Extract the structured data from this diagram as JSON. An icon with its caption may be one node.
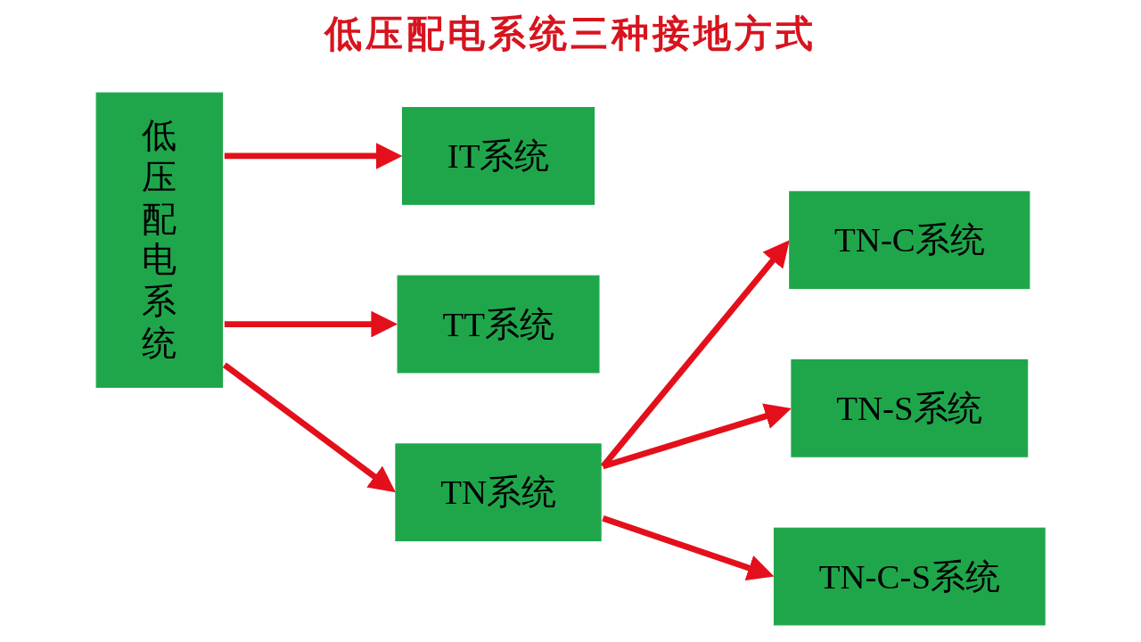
{
  "diagram": {
    "title": "低压配电系统三种接地方式",
    "nodes": [
      {
        "text": [
          "低压配电系统"
        ]
      },
      {
        "text": [
          "IT系统"
        ]
      },
      {
        "text": [
          "TT系统"
        ]
      },
      {
        "text": [
          "TN系统"
        ]
      },
      {
        "text": [
          "TN-C系统"
        ]
      },
      {
        "text": [
          "TN-S系统"
        ]
      },
      {
        "text": [
          "TN-C-S系统"
        ]
      }
    ],
    "edges": [
      {
        "from": 0,
        "to": 1,
        "arrow": "to"
      },
      {
        "from": 0,
        "to": 2,
        "arrow": "to"
      },
      {
        "from": 0,
        "to": 3,
        "arrow": "to"
      },
      {
        "from": 3,
        "to": 4,
        "arrow": "to"
      },
      {
        "from": 3,
        "to": 5,
        "arrow": "to"
      },
      {
        "from": 3,
        "to": 6,
        "arrow": "to"
      }
    ]
  }
}
